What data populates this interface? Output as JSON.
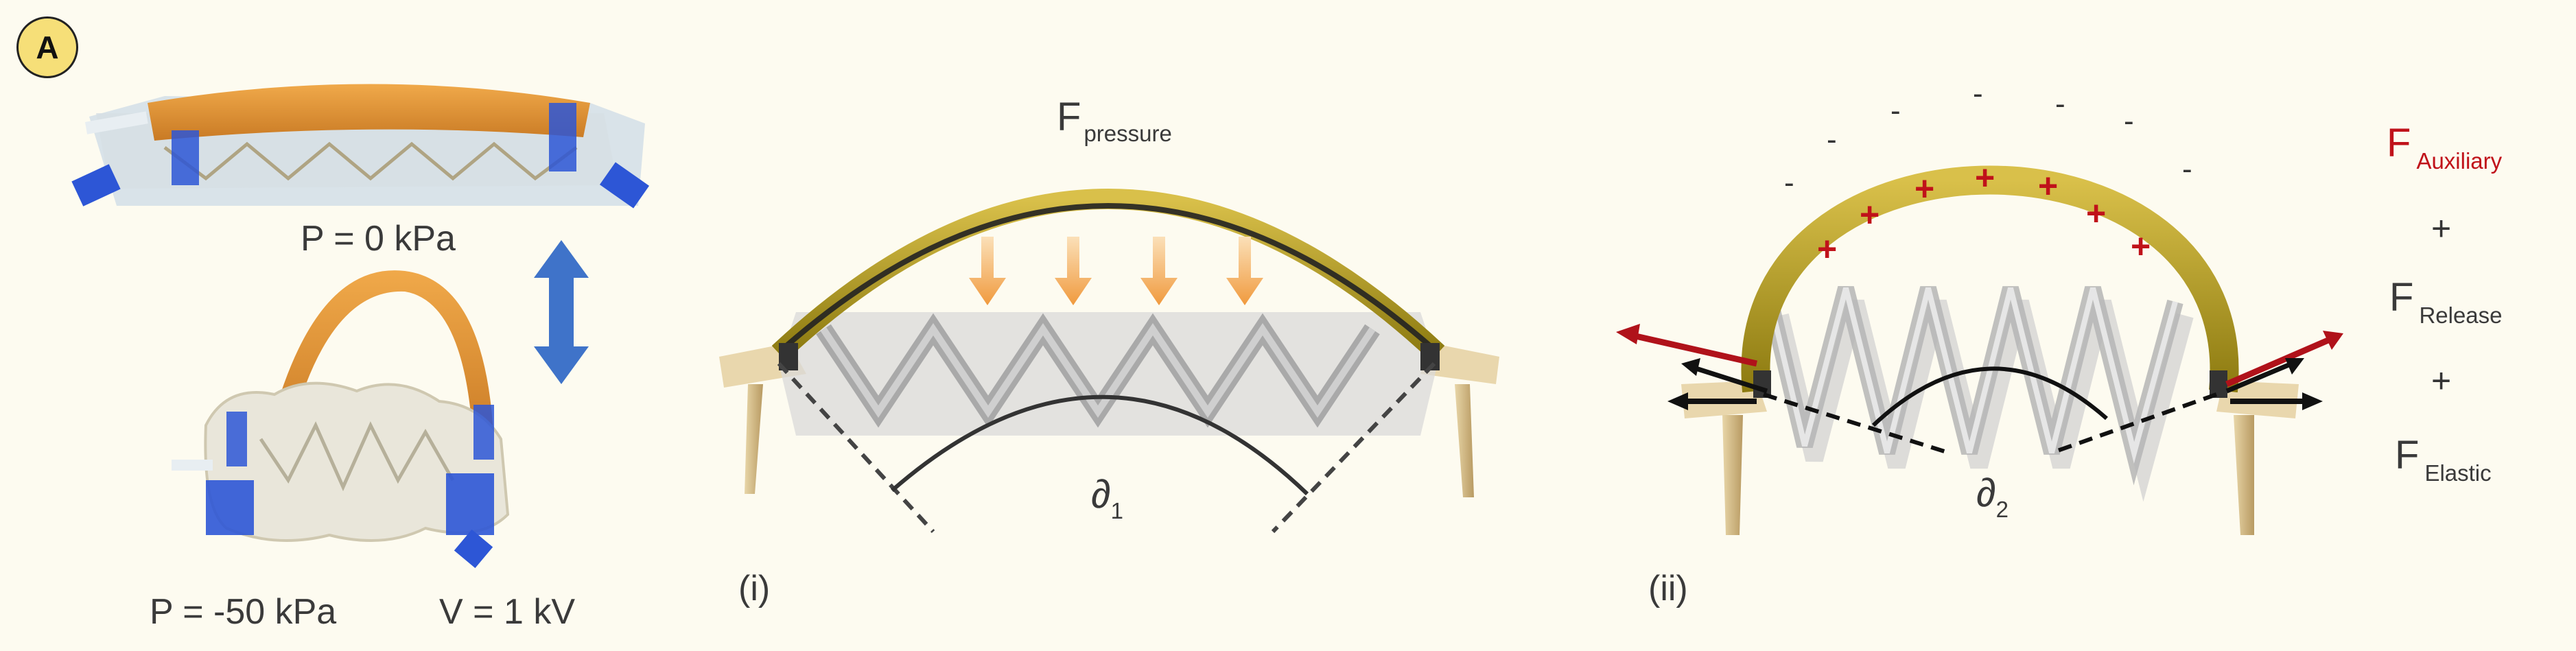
{
  "panel_label": "A",
  "photos": {
    "top_label": "P = 0 kPa",
    "bottom_pressure_label": "P = -50 kPa",
    "bottom_voltage_label": "V = 1 kV"
  },
  "diagram_i": {
    "force_symbol": "F",
    "force_subscript": "pressure",
    "angle_symbol": "∂",
    "angle_subscript": "1",
    "caption": "(i)"
  },
  "diagram_ii": {
    "angle_symbol": "∂",
    "angle_subscript": "2",
    "caption": "(ii)",
    "neg_charge": "-",
    "pos_charge": "+"
  },
  "equation": {
    "term1_symbol": "F",
    "term1_subscript": "Auxiliary",
    "plus": "+",
    "term2_symbol": "F",
    "term2_subscript": "Release",
    "term3_symbol": "F",
    "term3_subscript": "Elastic"
  },
  "colors": {
    "background": "#fdfbf0",
    "arch_gold": "#c9ad1f",
    "actuator_orange": "#e79a3c",
    "double_arrow_blue": "#3f73c9",
    "tape_blue": "#2d56d6",
    "pressure_arrow": "#f3a54a",
    "charge_red": "#c0121a",
    "auxiliary_red": "#c0121a"
  }
}
